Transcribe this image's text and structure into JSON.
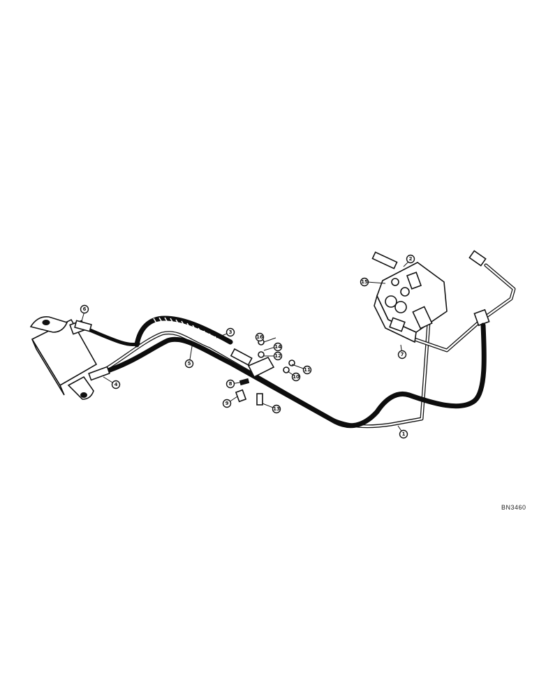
{
  "figure": {
    "reference_code": "BN3460",
    "callouts": [
      "1",
      "2",
      "3",
      "4",
      "5",
      "6",
      "7",
      "8",
      "9",
      "10",
      "11",
      "12",
      "13",
      "14",
      "15",
      "16"
    ]
  }
}
